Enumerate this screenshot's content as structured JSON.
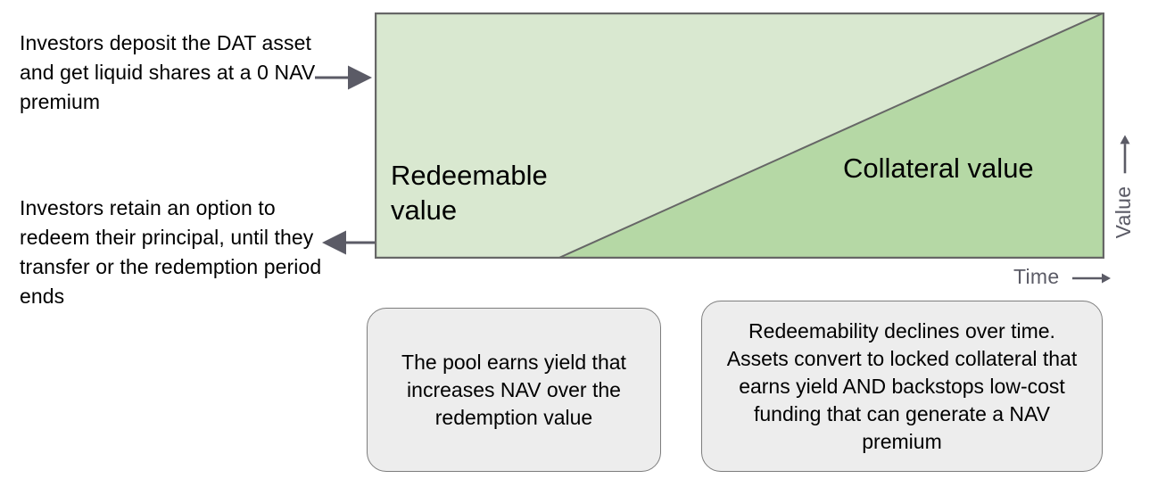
{
  "notes": {
    "deposit": "Investors deposit the DAT asset and get liquid shares at a 0 NAV premium",
    "redeem": "Investors retain an option to redeem their principal, until they transfer or the redemption period ends"
  },
  "chart_data": {
    "type": "area",
    "title": "",
    "xlabel": "Time",
    "ylabel": "Value",
    "xlabel_arrow": "→",
    "ylabel_arrow": "→",
    "grid": false,
    "legend": "none",
    "regions": [
      {
        "name": "Redeemable value",
        "label": "Redeemable value",
        "color": "#d9e8d0",
        "description": "Upper-left region above the diagonal; shrinks over time"
      },
      {
        "name": "Collateral value",
        "label": "Collateral value",
        "color": "#b5d8a5",
        "description": "Lower-right wedge below the diagonal; grows over time"
      }
    ],
    "x": [
      0,
      1
    ],
    "series": [
      {
        "name": "Collateral value",
        "values": [
          0,
          1
        ],
        "note": "Diagonal boundary rises from 0 at t=0.25 to full height at t=1"
      },
      {
        "name": "Total value",
        "values": [
          1,
          1
        ],
        "note": "Total box height constant"
      }
    ],
    "boundary_start_fraction": 0.25,
    "xlim": [
      0,
      1
    ],
    "ylim": [
      0,
      1
    ],
    "border_color": "#666666"
  },
  "callouts": [
    {
      "id": "pool-yield",
      "text": "The pool earns yield that increases NAV over the redemption value"
    },
    {
      "id": "redeemability-decline",
      "text": "Redeemability declines over time. Assets convert to locked collateral that earns yield AND backstops low-cost funding that can generate a NAV premium"
    }
  ],
  "colors": {
    "redeemable_fill": "#d9e8d0",
    "collateral_fill": "#b5d8a5",
    "chart_border": "#666666",
    "arrow": "#5b5b66",
    "callout_fill": "#ededed",
    "callout_border": "#7d7d7d",
    "axis_text": "#5b5b66",
    "body_text": "#000000"
  }
}
